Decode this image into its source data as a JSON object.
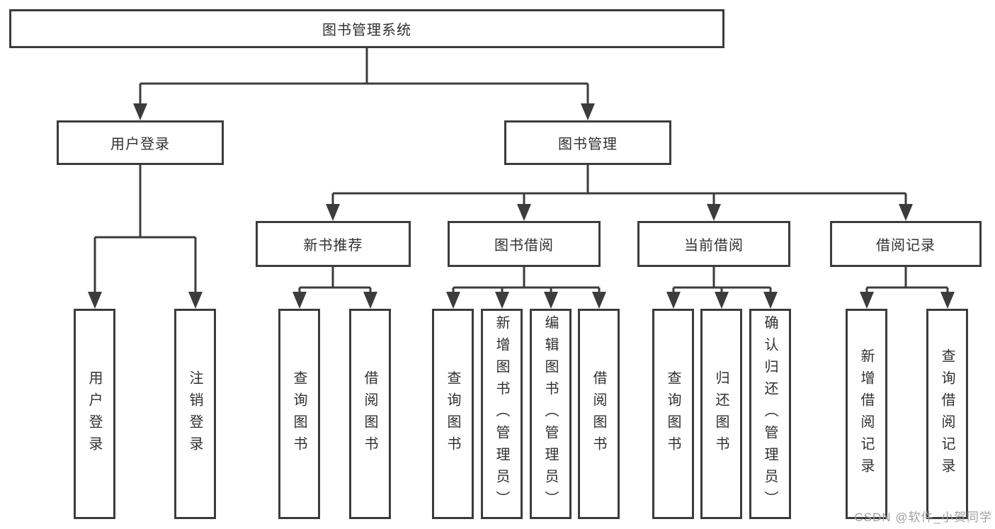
{
  "colors": {
    "line": "#3c3c3c",
    "box_border": "#3c3c3c",
    "text": "#303030",
    "background": "#ffffff",
    "watermark": "#a0a0a0"
  },
  "watermark": "CSDN @软件_小贺同学",
  "nodes": {
    "root": {
      "label": "图书管理系统"
    },
    "userLogin": {
      "label": "用户登录"
    },
    "bookMgmt": {
      "label": "图书管理"
    },
    "newBookRec": {
      "label": "新书推荐"
    },
    "bookBorrow": {
      "label": "图书借阅"
    },
    "currentBorrow": {
      "label": "当前借阅"
    },
    "borrowRecord": {
      "label": "借阅记录"
    },
    "loginUser": {
      "label": "用户登录"
    },
    "logoutUser": {
      "label": "注销登录"
    },
    "recQueryBook": {
      "label": "查询图书"
    },
    "recBorrowBook": {
      "label": "借阅图书"
    },
    "bbQueryBook": {
      "label": "查询图书"
    },
    "bbAddBook": {
      "label": "新增图书（管理员）"
    },
    "bbEditBook": {
      "label": "编辑图书（管理员）"
    },
    "bbBorrowBook": {
      "label": "借阅图书"
    },
    "cbQueryBook": {
      "label": "查询图书"
    },
    "cbReturnBook": {
      "label": "归还图书"
    },
    "cbConfirmReturn": {
      "label": "确认归还（管理员）"
    },
    "brAddRecord": {
      "label": "新增借阅记录"
    },
    "brQueryRecord": {
      "label": "查询借阅记录"
    }
  }
}
